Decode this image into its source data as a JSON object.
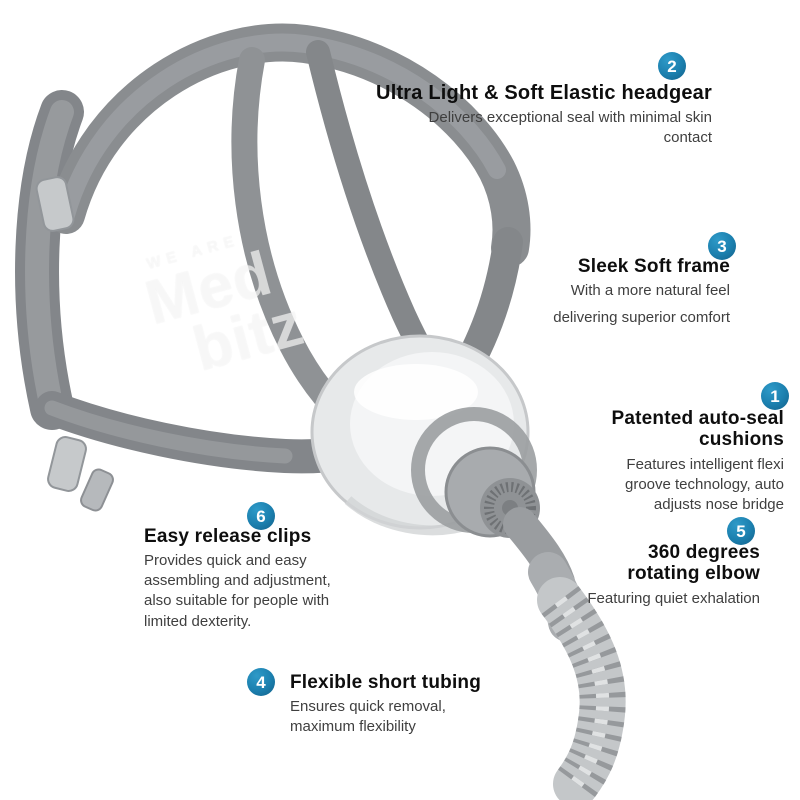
{
  "accent_color": "#1b7fae",
  "watermark": {
    "top": "WE ARE",
    "mid": "Med",
    "bottom": "bitz"
  },
  "callouts": [
    {
      "number": "1",
      "title": "Patented auto-seal cushions",
      "desc": "Features intelligent flexi groove technology, auto adjusts nose bridge"
    },
    {
      "number": "2",
      "title": "Ultra Light & Soft Elastic headgear",
      "desc": "Delivers exceptional seal with minimal skin contact"
    },
    {
      "number": "3",
      "title": "Sleek Soft frame",
      "desc": "With a more natural feel",
      "desc2": "delivering superior comfort"
    },
    {
      "number": "4",
      "title": "Flexible short tubing",
      "desc": "Ensures quick removal, maximum flexibility"
    },
    {
      "number": "5",
      "title": "360 degrees rotating elbow",
      "desc": "Featuring quiet exhalation"
    },
    {
      "number": "6",
      "title": "Easy release clips",
      "desc": "Provides quick and easy assembling and adjustment, also suitable for people with limited dexterity."
    }
  ]
}
